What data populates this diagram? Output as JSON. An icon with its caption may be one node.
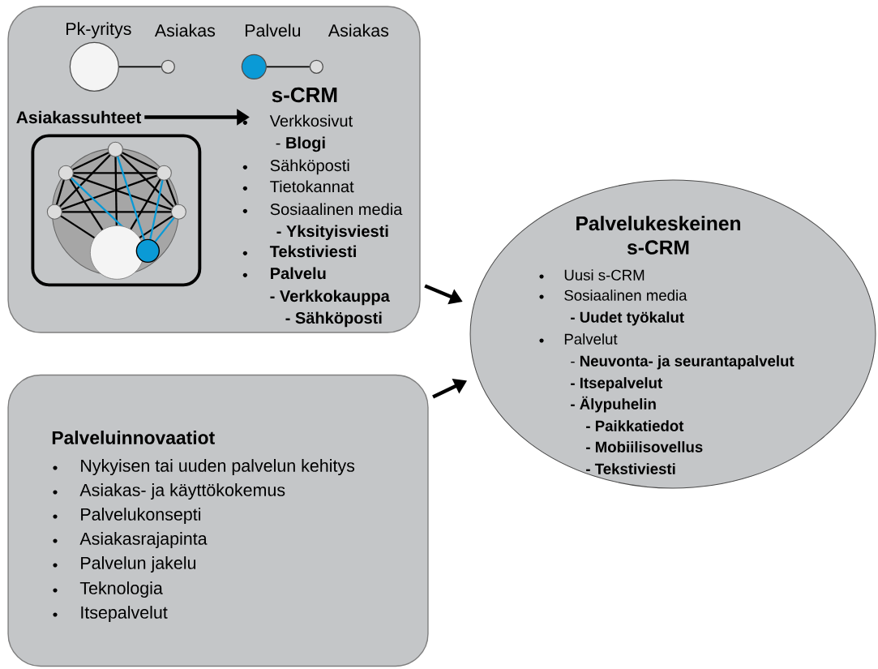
{
  "diagram": {
    "nodes": [
      {
        "text": [],
        "shape": "box"
      },
      {
        "text": [
          "Pk-yritys"
        ],
        "in": 0
      },
      {
        "text": [
          "Asiakas"
        ],
        "in": 0
      },
      {
        "text": [
          "Palvelu"
        ],
        "in": 0
      },
      {
        "text": [
          "Asiakas"
        ],
        "in": 0
      },
      {
        "text": [
          "Asiakassuhteet"
        ],
        "in": 0
      },
      {
        "text": [
          "s-CRM",
          "Verkkosivut",
          "- **Blogi**",
          "Sähköposti",
          "Tietokannat",
          "Sosiaalinen media",
          "- Yksityisviesti",
          "Tekstiviesti",
          "Palvelu",
          "- Verkkokauppa",
          "- Sähköposti"
        ],
        "in": 0
      },
      {
        "text": [],
        "shape": "box",
        "in": 0
      },
      {
        "text": [
          "Palveluinnovaatiot",
          "Nykyisen tai uuden palvelun kehitys",
          "Asiakas- ja käyttökokemus",
          "Palvelukonsepti",
          "Asiakasrajapinta",
          "Palvelun jakelu",
          "Teknologia",
          "Itsepalvelut"
        ]
      },
      {
        "text": [
          "Palvelukeskeinen s-CRM",
          "Uusi s-CRM",
          "Sosiaalinen media",
          "- Uudet työkalut",
          "Palvelut",
          "- **Neuvonta- ja seurantapalvelut**",
          "- Itsepalvelut",
          "- Älypuhelin",
          "- Paikkatiedot",
          "- Mobiilisovellus",
          "- Tekstiviesti"
        ]
      }
    ],
    "edges": [
      {
        "from": 1,
        "to": 2,
        "arrow": "none"
      },
      {
        "from": 3,
        "to": 4,
        "arrow": "none"
      },
      {
        "from": 5,
        "to": 6,
        "arrow": "to"
      },
      {
        "from": 0,
        "to": 9,
        "arrow": "to"
      },
      {
        "from": 8,
        "to": 9,
        "arrow": "to"
      }
    ]
  }
}
